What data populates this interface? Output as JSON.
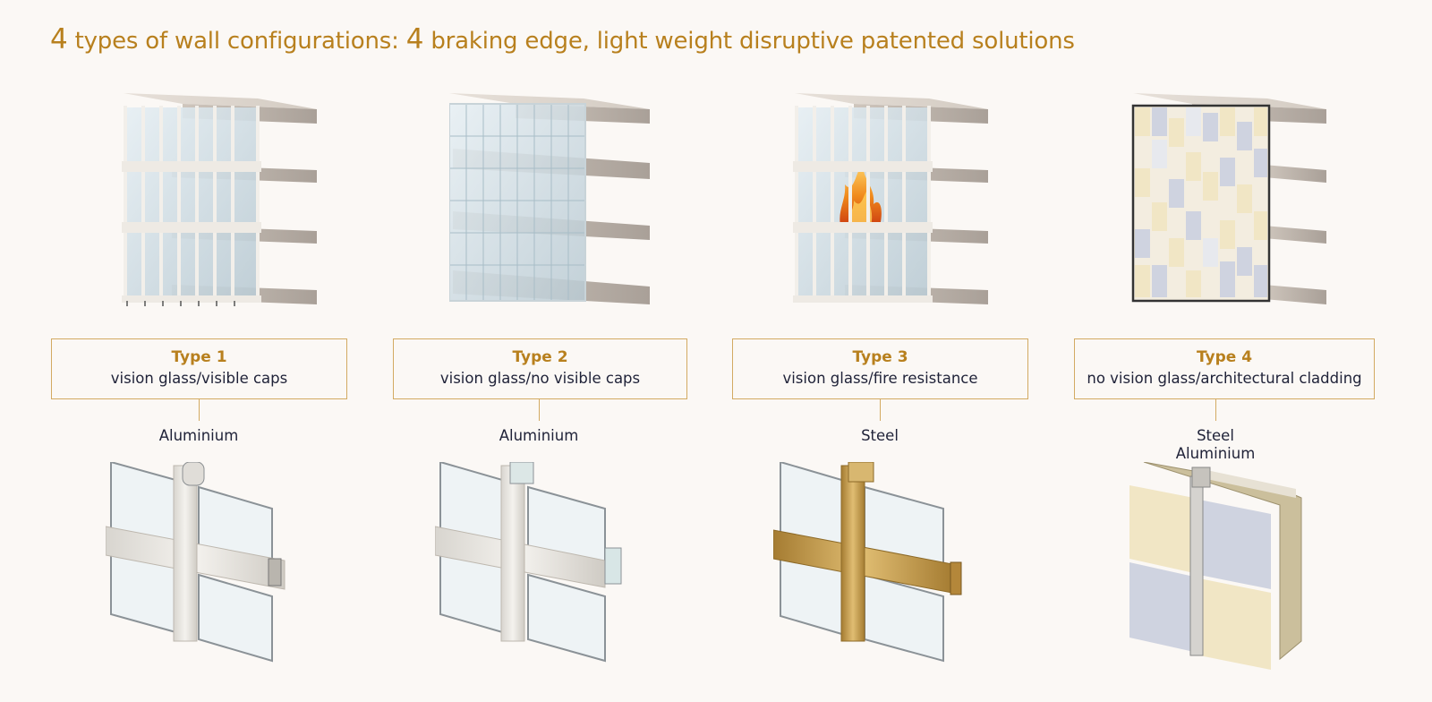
{
  "title": {
    "prefix_num": "4",
    "part1": " types of wall configurations: ",
    "mid_num": "4",
    "part2": " braking edge, light weight disruptive patented solutions"
  },
  "types": [
    {
      "label": "Type 1",
      "desc": "vision glass/visible caps",
      "materials": [
        "Aluminium"
      ]
    },
    {
      "label": "Type 2",
      "desc": "vision glass/no visible caps",
      "materials": [
        "Aluminium"
      ]
    },
    {
      "label": "Type 3",
      "desc": "vision glass/fire resistance",
      "materials": [
        "Steel"
      ]
    },
    {
      "label": "Type 4",
      "desc": "no vision glass/architectural cladding",
      "materials": [
        "Steel",
        "Aluminium"
      ]
    }
  ],
  "colors": {
    "accent": "#b8801e",
    "border": "#d3aa62",
    "text": "#1f2238",
    "background": "#fbf8f5",
    "brass": "#c9a35a",
    "cladding_cream": "#f1e6c5",
    "cladding_blue": "#cfd3e0"
  },
  "icons": [
    "building-facade-icon",
    "curtain-wall-detail-icon",
    "fire-icon"
  ]
}
